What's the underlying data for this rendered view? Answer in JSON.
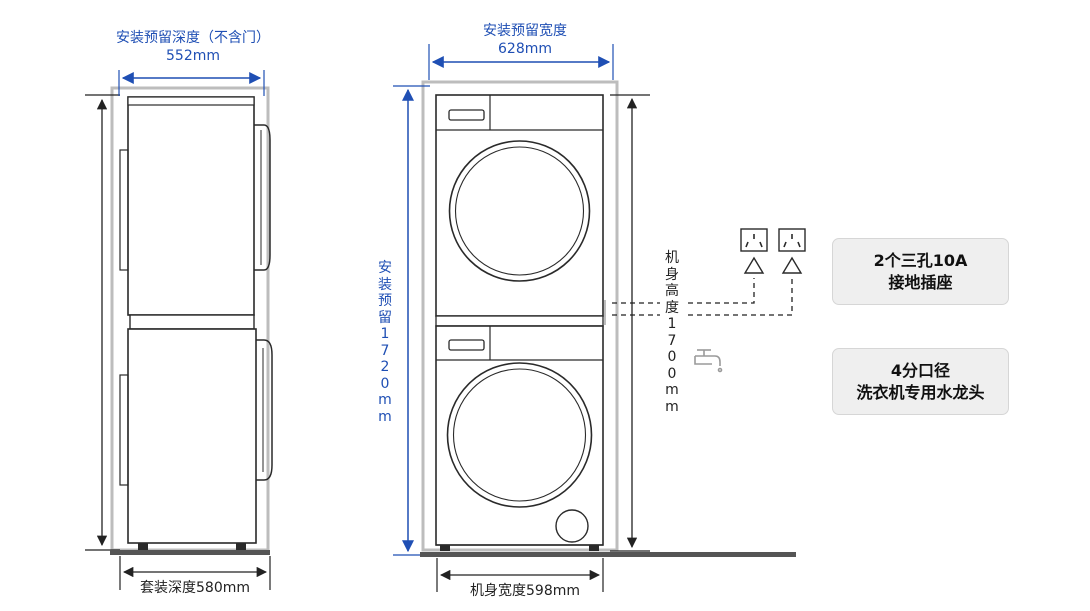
{
  "colors": {
    "dimension": "#1f4fb4",
    "outline": "#2a2a2a",
    "frame": "#bdbdbd",
    "floor": "#555555",
    "pill_bg": "#efefef"
  },
  "labels": {
    "side_install_depth_title": "安装预留深度（不含门）",
    "side_install_depth_value": "552mm",
    "side_kit_depth": "套装深度580mm",
    "front_install_width_title": "安装预留宽度",
    "front_install_width_value": "628mm",
    "front_machine_width": "机身宽度598mm",
    "install_height_vertical": [
      "安",
      "装",
      "预",
      "留",
      "1",
      "7",
      "2",
      "0",
      "m",
      "m"
    ],
    "machine_height_vertical": [
      "机",
      "身",
      "高",
      "度",
      "1",
      "7",
      "0",
      "0",
      "m",
      "m"
    ]
  },
  "callouts": {
    "socket": [
      "2个三孔10A",
      "接地插座"
    ],
    "faucet": [
      "4分口径",
      "洗衣机专用水龙头"
    ]
  },
  "icons": [
    "socket-icon",
    "socket-icon",
    "arrow-up-icon",
    "arrow-up-icon",
    "faucet-icon"
  ]
}
